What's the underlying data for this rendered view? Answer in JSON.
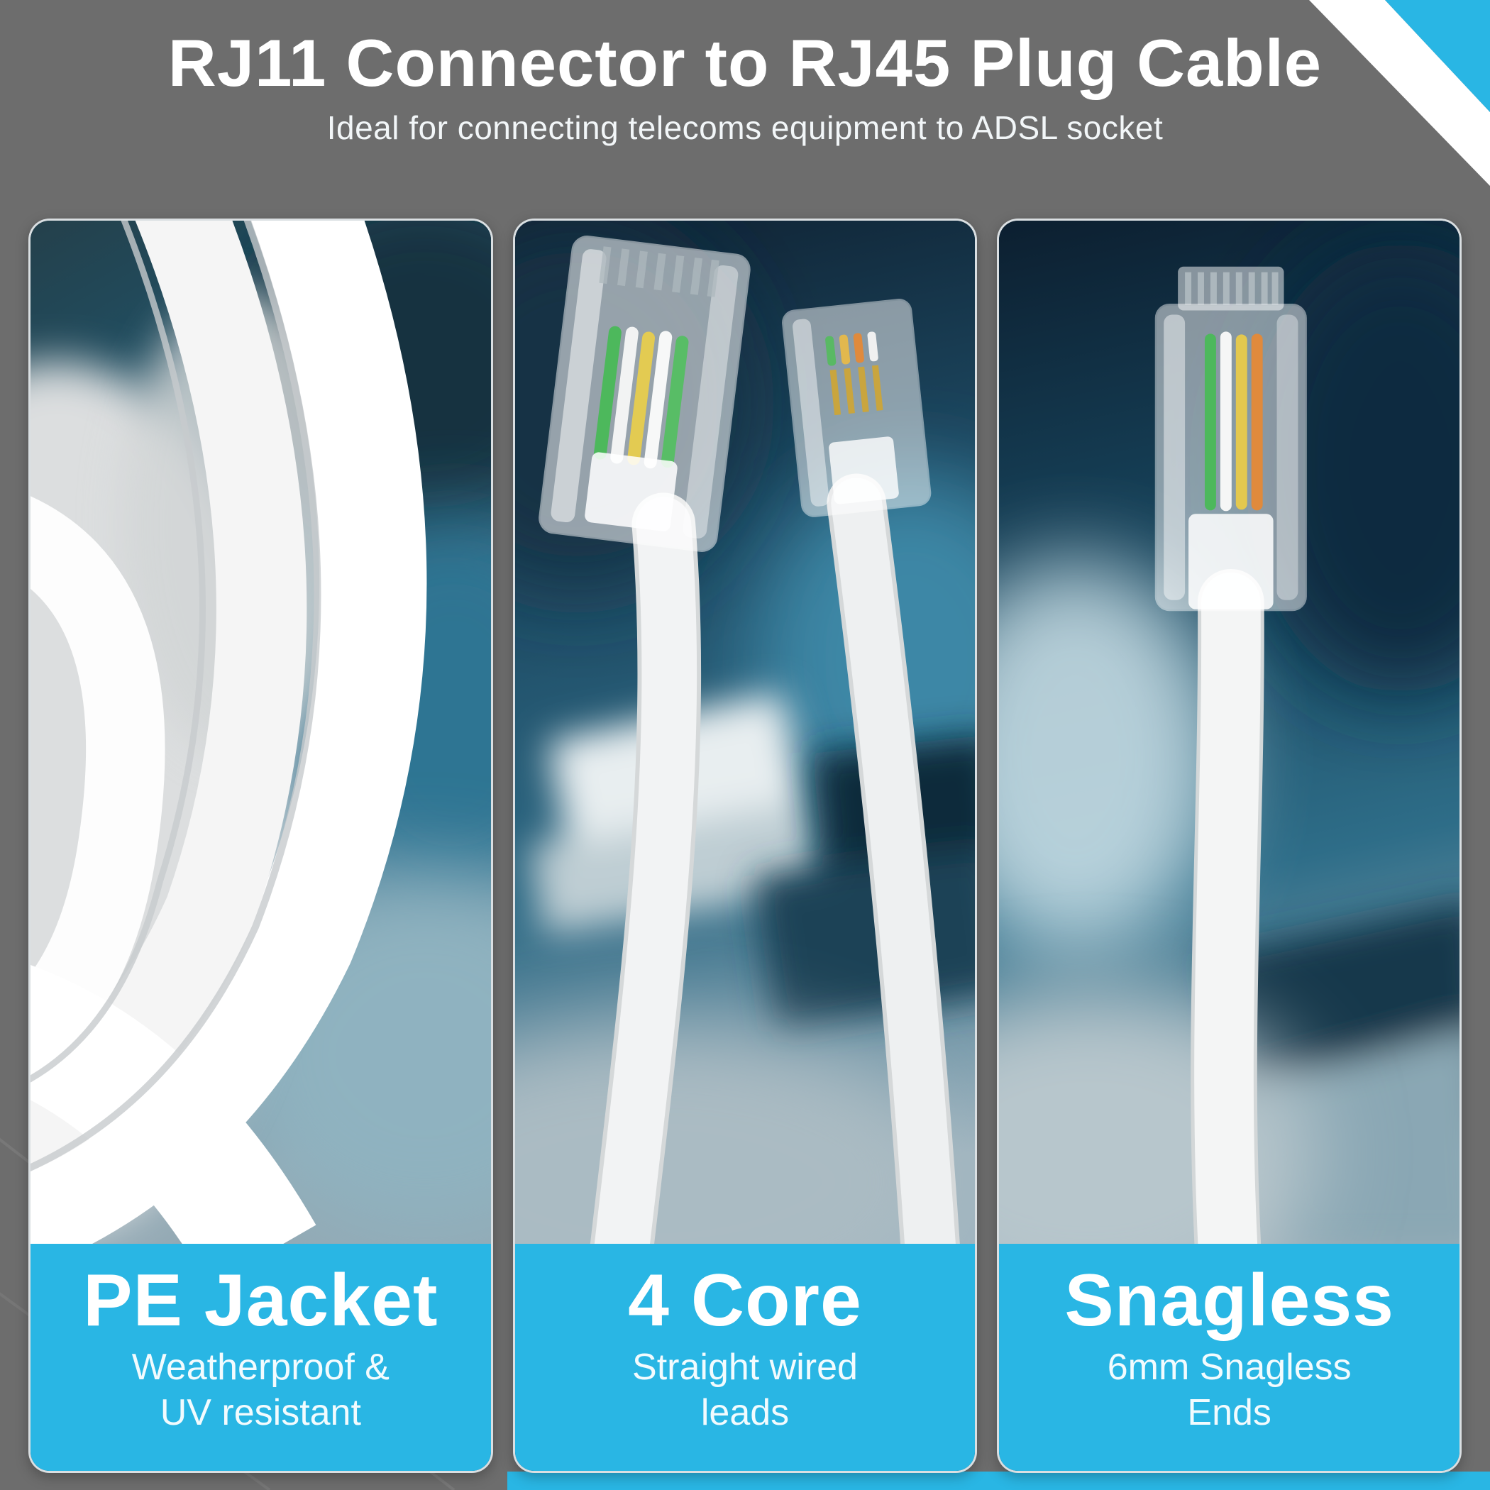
{
  "header": {
    "title": "RJ11 Connector to RJ45 Plug Cable",
    "subtitle": "Ideal for connecting telecoms equipment to ADSL socket"
  },
  "panels": [
    {
      "heading": "PE Jacket",
      "subtext": "Weatherproof & UV resistant",
      "photo": "coiled-white-pe-cable"
    },
    {
      "heading": "4 Core",
      "subtext": "Straight wired leads",
      "photo": "rj45-and-rj11-plugs-with-cables"
    },
    {
      "heading": "Snagless",
      "subtext": "6mm Snagless Ends",
      "photo": "rj45-snagless-plug-with-cable"
    }
  ],
  "colors": {
    "accent_cyan": "#29b6e4",
    "background_gray": "#6d6d6d",
    "caption_text": "#ffffff"
  }
}
